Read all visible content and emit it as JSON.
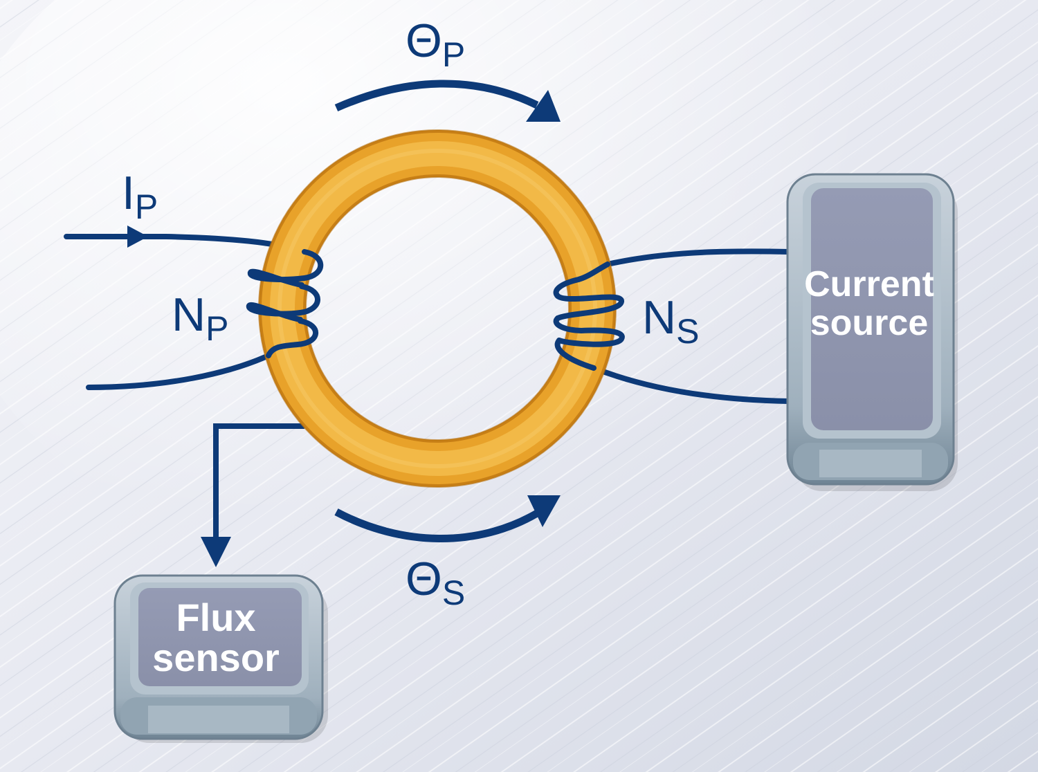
{
  "labels": {
    "theta_p": {
      "main": "Θ",
      "sub": "P"
    },
    "theta_s": {
      "main": "Θ",
      "sub": "S"
    },
    "i_p": {
      "main": "I",
      "sub": "P"
    },
    "n_p": {
      "main": "N",
      "sub": "P"
    },
    "n_s": {
      "main": "N",
      "sub": "S"
    }
  },
  "boxes": {
    "current_source": {
      "line1": "Current",
      "line2": "source"
    },
    "flux_sensor": {
      "line1": "Flux",
      "line2": "sensor"
    }
  },
  "colors": {
    "wire": "#0d3a78",
    "core": "#e8a22a",
    "box_face": "#8f96b0",
    "box_frame": "#a9b6c2",
    "background": "#e6e9f2"
  }
}
